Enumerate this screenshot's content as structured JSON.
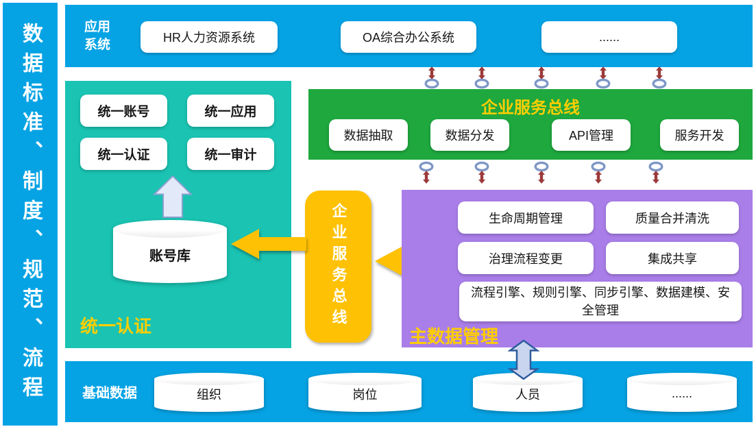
{
  "sidebar": {
    "text": "数据标准、制度、规范、流程"
  },
  "app_layer": {
    "label": "应用系统",
    "systems": [
      "HR人力资源系统",
      "OA综合办公系统",
      "......"
    ]
  },
  "esb_band": {
    "title": "企业服务总线",
    "services": [
      "数据抽取",
      "数据分发",
      "API管理",
      "服务开发"
    ]
  },
  "auth_panel": {
    "title": "统一认证",
    "items": [
      "统一账号",
      "统一应用",
      "统一认证",
      "统一审计"
    ],
    "store": "账号库"
  },
  "esb_bridge": {
    "label": "企业服务总线"
  },
  "mdm_panel": {
    "title": "主数据管理",
    "items": [
      "生命周期管理",
      "质量合并清洗",
      "治理流程变更",
      "集成共享"
    ],
    "engines": "流程引擎、规则引擎、同步引擎、数据建模、安全管理"
  },
  "base_layer": {
    "label": "基础数据",
    "stores": [
      "组织",
      "岗位",
      "人员",
      "......"
    ]
  },
  "icons": {
    "link_connector": "red double-headed vertical arrow over blue ring",
    "flow_arrow": "yellow left-pointing block arrow",
    "up_arrow": "light blue block arrow pointing up",
    "sync_arrow": "light blue double-headed vertical block arrow"
  },
  "colors": {
    "band_blue": "#06a3e4",
    "teal": "#1ac3b2",
    "green": "#1ea83e",
    "purple": "#a97ee9",
    "yellow": "#ffc103",
    "title_yellow": "#ffce00",
    "arrow_red": "#9c3a3a",
    "ring_blue": "#7e97c6",
    "arrow_blue_fill": "#c9d5ee",
    "arrow_blue_stroke": "#2f5c9e"
  }
}
